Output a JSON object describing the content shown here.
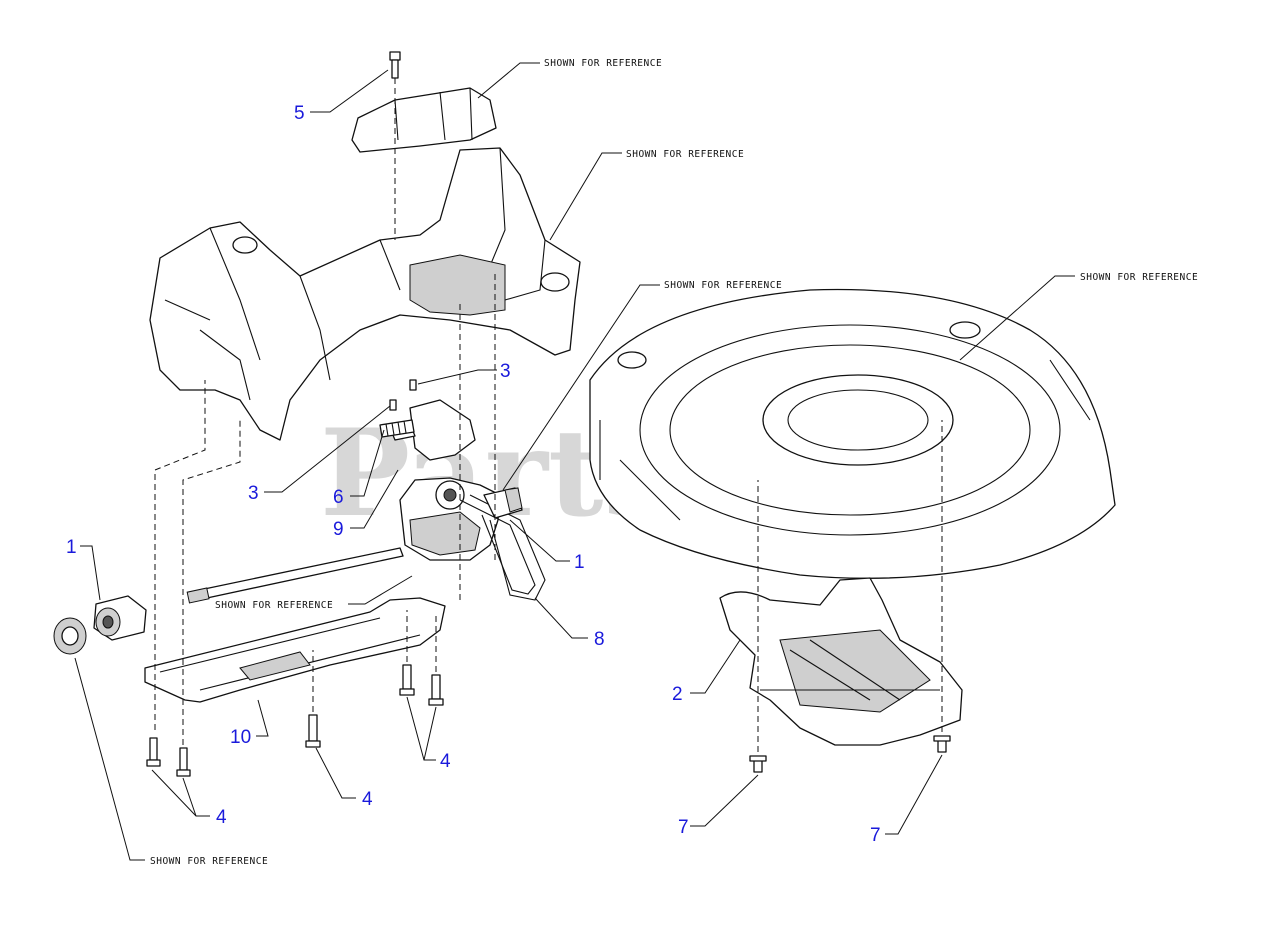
{
  "watermark": "PartsTree",
  "reference_note": "SHOWN FOR REFERENCE",
  "callouts": {
    "c1_left": "1",
    "c1_right": "1",
    "c2": "2",
    "c3_upper": "3",
    "c3_lower": "3",
    "c4_a": "4",
    "c4_b": "4",
    "c4_c": "4",
    "c5": "5",
    "c6": "6",
    "c7_left": "7",
    "c7_right": "7",
    "c8": "8",
    "c9": "9",
    "c10": "10"
  },
  "colors": {
    "callout": "#1a1adb",
    "line": "#111111",
    "watermark": "#b8b8b8"
  }
}
